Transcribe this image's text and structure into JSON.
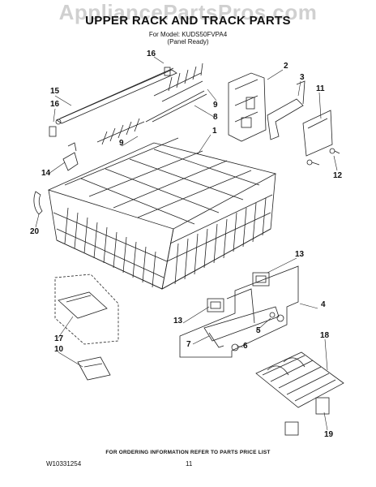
{
  "watermark": "AppliancePartsPros.com",
  "header": {
    "title": "UPPER RACK AND TRACK PARTS",
    "model_line": "For Model: KUDS50FVPA4",
    "model_note": "(Panel Ready)"
  },
  "callouts": {
    "c16a": "16",
    "c2": "2",
    "c3": "3",
    "c11": "11",
    "c15": "15",
    "c16b": "16",
    "c9a": "9",
    "c8": "8",
    "c9b": "9",
    "c1": "1",
    "c14": "14",
    "c12": "12",
    "c20": "20",
    "c13a": "13",
    "c4": "4",
    "c13b": "13",
    "c5": "5",
    "c7": "7",
    "c6": "6",
    "c17": "17",
    "c10": "10",
    "c18": "18",
    "c19": "19"
  },
  "footer": {
    "note": "FOR ORDERING INFORMATION REFER TO PARTS PRICE LIST",
    "doc_number": "W10331254",
    "page_number": "11"
  }
}
